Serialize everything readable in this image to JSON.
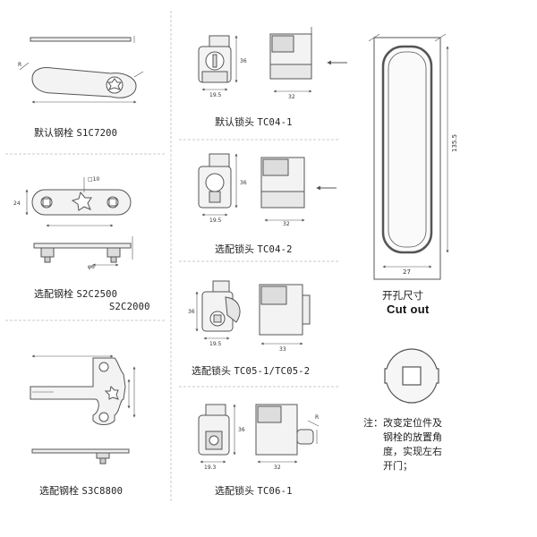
{
  "parts": [
    {
      "label": "默认钢栓",
      "code": "S1C7200"
    },
    {
      "label": "选配钢栓",
      "code": "S2C2500",
      "code2": "S2C2000"
    },
    {
      "label": "选配钢栓",
      "code": "S3C8800"
    },
    {
      "label": "默认锁头",
      "code": "TC04-1"
    },
    {
      "label": "选配锁头",
      "code": "TC04-2"
    },
    {
      "label": "选配锁头",
      "code": "TC05-1/TC05-2"
    },
    {
      "label": "选配锁头",
      "code": "TC06-1"
    }
  ],
  "cutout": {
    "title_cn": "开孔尺寸",
    "title_en": "Cut out",
    "height_dim": "135.5",
    "width_dim": "27"
  },
  "dims": {
    "tc04_1_height": "36",
    "tc04_1_width": "19.5",
    "tc04_1_depth": "32",
    "tc04_2_height": "36",
    "tc04_2_width": "19.5",
    "tc04_2_depth": "32",
    "tc05_height": "36",
    "tc05_width": "19.5",
    "tc05_depth": "33",
    "tc06_height": "36",
    "tc06_width": "19.3",
    "tc06_depth": "32",
    "tc06_r": "R",
    "s2c_height": "24",
    "s2c_hole": "□10",
    "s2c_pin": "φ6",
    "s1c_radius": "R"
  },
  "note": {
    "lines": [
      "注：改变定位件及",
      "钢栓的放置角",
      "度，实现左右",
      "开门；"
    ]
  }
}
